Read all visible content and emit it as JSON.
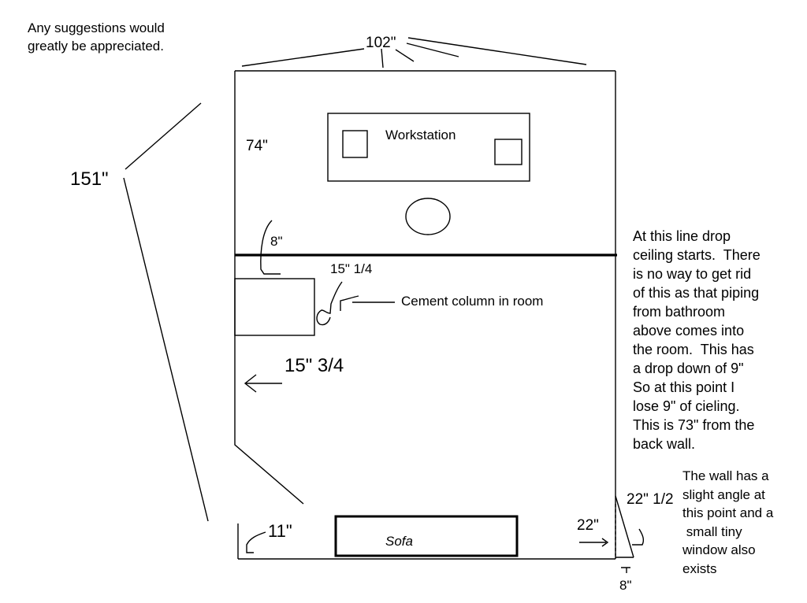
{
  "note_top": [
    "Any suggestions would",
    "greatly be appreciated."
  ],
  "dimensions": {
    "top_width": "102\"",
    "left_diagonal": "151\"",
    "workstation_offset": "74\"",
    "column_gap": "8\"",
    "column_width": "15\" 1/4",
    "column_depth": "15\" 3/4",
    "bottom_left": "11\"",
    "right_lower": "22\"",
    "right_angle": "22\" 1/2",
    "bottom_right": "8\""
  },
  "labels": {
    "workstation": "Workstation",
    "column": "Cement column in room",
    "sofa": "Sofa"
  },
  "note_ceiling": [
    "At this line drop",
    "ceiling starts.  There",
    "is no way to get rid",
    "of this as that piping",
    "from bathroom",
    "above comes into",
    "the room.  This has",
    "a drop down of 9\"",
    "So at this point I",
    "lose 9\" of cieling.",
    "This is 73\" from the",
    "back wall."
  ],
  "note_wall": [
    "The wall has a",
    "slight angle at",
    "this point and a",
    " small tiny",
    "window also",
    "exists"
  ]
}
